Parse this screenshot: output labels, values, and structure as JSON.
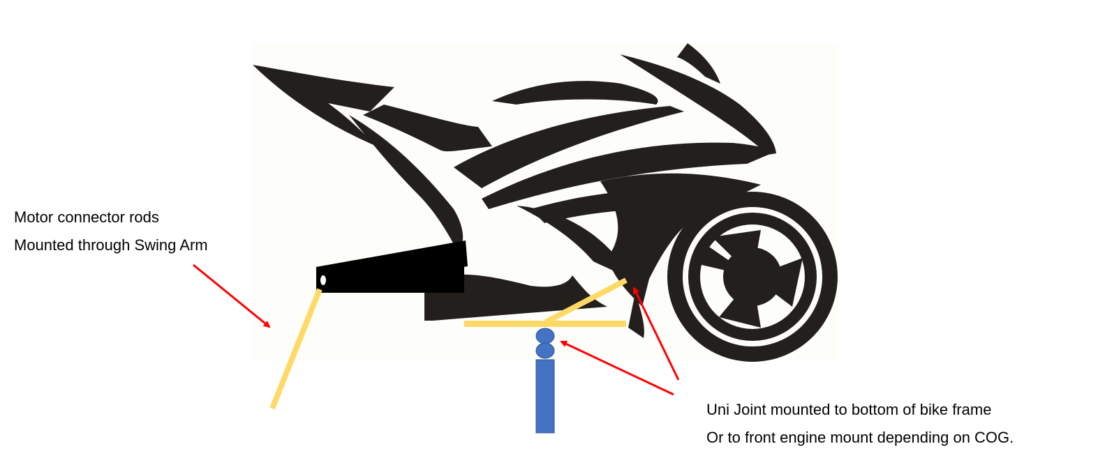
{
  "left_annotation": {
    "line1": "Motor connector rods",
    "line2": "Mounted through Swing Arm"
  },
  "right_annotation": {
    "line1": "Uni Joint mounted to bottom of bike frame",
    "line2": "Or to front engine mount depending on COG."
  },
  "colors": {
    "rod": "#FFD966",
    "joint": "#4472C4",
    "arrow": "#FF0000",
    "silhouette": "#231F1C"
  }
}
